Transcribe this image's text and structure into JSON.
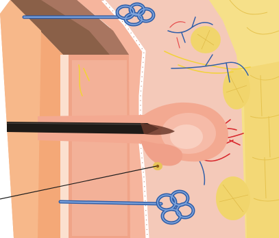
{
  "figure": {
    "subject": "skin-cross-section-hair-follicle-diagram",
    "labels": [],
    "colors": {
      "background": "#ffffff",
      "epidermis_top": "#8a6048",
      "epidermis_front": "#f4a877",
      "dermis": "#f2c2b0",
      "dermis_front": "#f7b59a",
      "hypodermis_fat": "#f6e089",
      "fat_lobule": "#f1d56c",
      "follicle_bulb": "#f3a991",
      "hair_shaft": "#1e1a17",
      "artery": "#d8262b",
      "vein": "#2f5ea8",
      "sweat_gland": "#5b82c4",
      "nerve": "#f2d23a",
      "basement_membrane": "#ffffff",
      "pointer_line": "#1b1b1b"
    },
    "structures": [
      "epidermis-layer",
      "dermis-layer",
      "hypodermis-fat-layer",
      "hair-follicle",
      "hair-shaft",
      "sebaceous-gland",
      "sweat-gland-upper",
      "sweat-gland-lower",
      "blood-vessels",
      "nerve-fibers",
      "fat-lobules",
      "pointer-line"
    ]
  }
}
